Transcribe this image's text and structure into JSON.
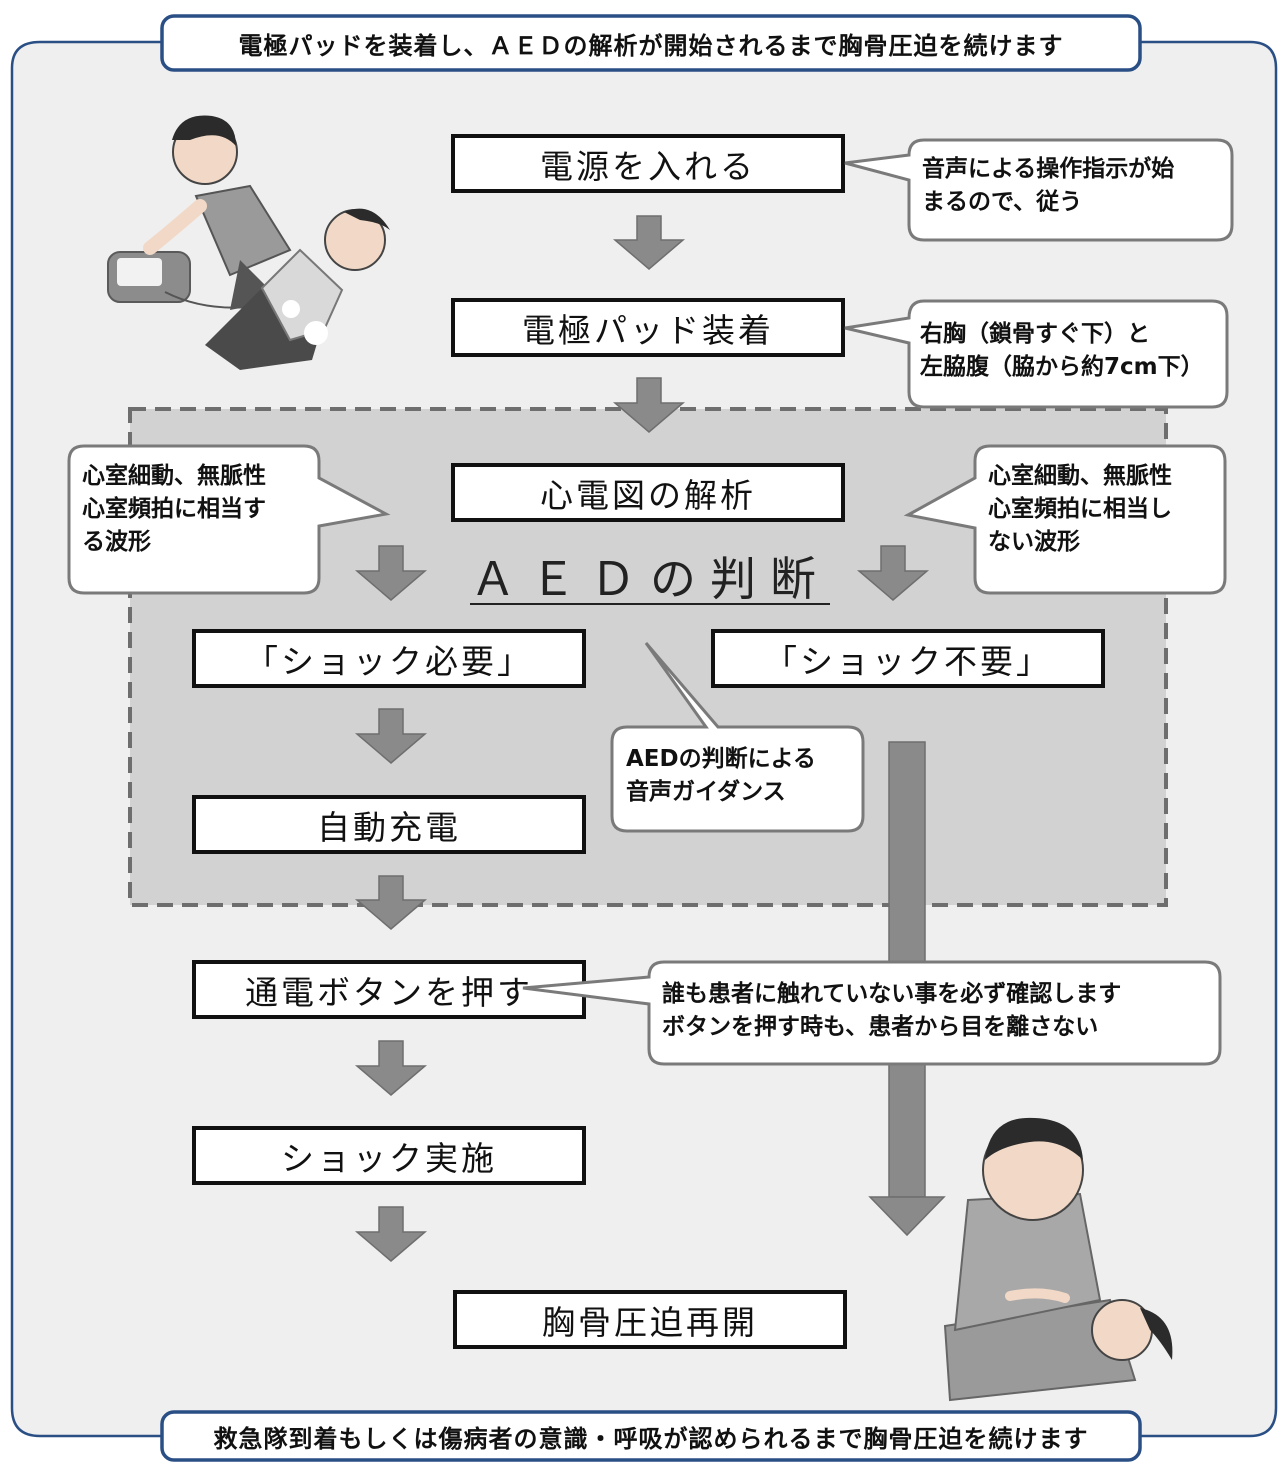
{
  "banners": {
    "top": "電極パッドを装着し、ＡＥＤの解析が開始されるまで胸骨圧迫を続けます",
    "bottom": "救急隊到着もしくは傷病者の意識・呼吸が認められるまで胸骨圧迫を続けます"
  },
  "steps": {
    "power_on": "電源を入れる",
    "attach_pads": "電極パッド装着",
    "ecg_analysis": "心電図の解析",
    "aed_decision": "ＡＥＤの判断",
    "shock_needed": "「ショック必要」",
    "shock_not_needed": "「ショック不要」",
    "auto_charge": "自動充電",
    "press_button": "通電ボタンを押す",
    "deliver_shock": "ショック実施",
    "resume_cpr": "胸骨圧迫再開"
  },
  "callouts": {
    "voice": [
      "音声による操作指示が始",
      "まるので、従う"
    ],
    "pads": [
      "右胸（鎖骨すぐ下）と",
      "左脇腹（脇から約7cm下）"
    ],
    "shockable": [
      "心室細動、無脈性",
      "心室頻拍に相当す",
      "る波形"
    ],
    "non_shockable": [
      "心室細動、無脈性",
      "心室頻拍に相当し",
      "ない波形"
    ],
    "guidance": [
      "AEDの判断による",
      "音声ガイダンス"
    ],
    "safety": [
      "誰も患者に触れていない事を必ず確認します",
      "ボタンを押す時も、患者から目を離さない"
    ]
  },
  "colors": {
    "background": "#efefef",
    "analysis_zone": "#d2d2d2",
    "frame": "#2a4f85",
    "arrow": "#8a8a8a",
    "arrow_outline": "#6e6e6e",
    "box_border": "#111111",
    "callout_border": "#7a7a7a"
  },
  "illustrations": {
    "top_left": "rescuer-attaching-aed-illustration",
    "bottom_right": "rescuer-performing-chest-compressions-illustration"
  }
}
